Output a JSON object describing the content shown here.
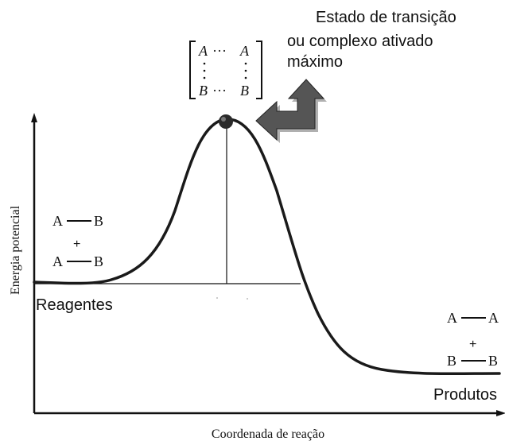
{
  "axes": {
    "y_label": "Energia potencial",
    "x_label": "Coordenada de reação"
  },
  "labels": {
    "transition_line1": "Estado de transição",
    "transition_line2": "ou complexo ativado",
    "transition_line3": "máximo",
    "reagents": "Reagentes",
    "products": "Produtos"
  },
  "complex": {
    "top_left": "A",
    "top_right": "A",
    "bottom_left": "B",
    "bottom_right": "B",
    "dots": "···"
  },
  "reagents_molecules": {
    "line1_left": "A",
    "line1_right": "B",
    "plus": "+",
    "line2_left": "A",
    "line2_right": "B"
  },
  "products_molecules": {
    "line1_left": "A",
    "line1_right": "A",
    "plus": "+",
    "line2_left": "B",
    "line2_right": "B"
  },
  "colors": {
    "curve": "#1a1a1a",
    "arrow_fill": "#555555",
    "arrow_shadow": "#b0b0b0",
    "dot": "#2a2a2a"
  }
}
